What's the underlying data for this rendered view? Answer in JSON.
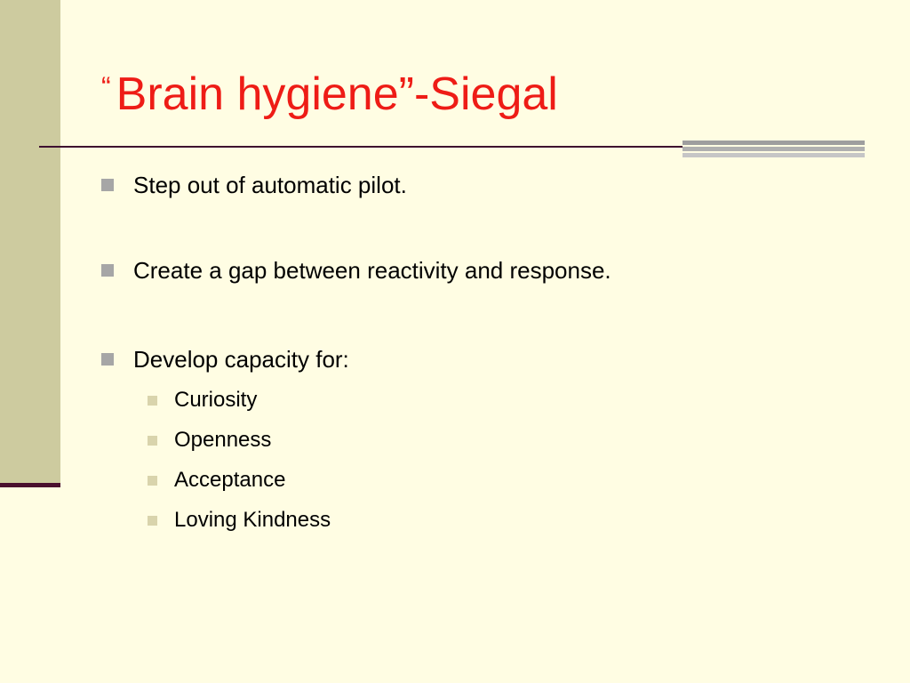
{
  "slide": {
    "title_open_quote": "“",
    "title_text": "Brain hygiene”-Siegal",
    "bullets": [
      "Step out of automatic pilot.",
      "Create a gap between reactivity and response.",
      "Develop capacity for:"
    ],
    "sub_bullets": [
      "Curiosity",
      "Openness",
      "Acceptance",
      "Loving Kindness"
    ]
  },
  "colors": {
    "background": "#FFFDE3",
    "title": "#EE1C16",
    "left_band": "#CDCB9F",
    "accent_dark": "#4A0F2E",
    "bullet_marker": "#A6A6A6",
    "sub_bullet_marker": "#D9D4AC"
  }
}
